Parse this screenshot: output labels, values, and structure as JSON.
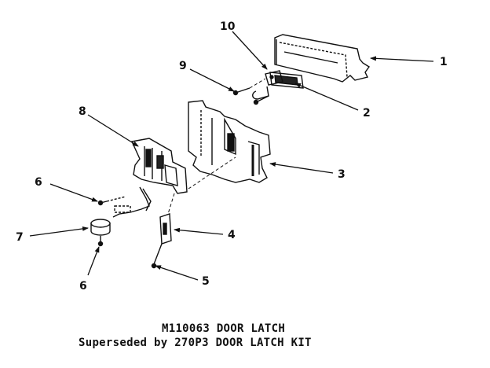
{
  "callouts": {
    "c1": "1",
    "c2": "2",
    "c3": "3",
    "c4": "4",
    "c5": "5",
    "c6a": "6",
    "c6b": "6",
    "c7": "7",
    "c8": "8",
    "c9": "9",
    "c10": "10"
  },
  "caption": {
    "model_line": "M110063 DOOR LATCH",
    "superseded_line": "Superseded by 270P3 DOOR LATCH KIT"
  }
}
